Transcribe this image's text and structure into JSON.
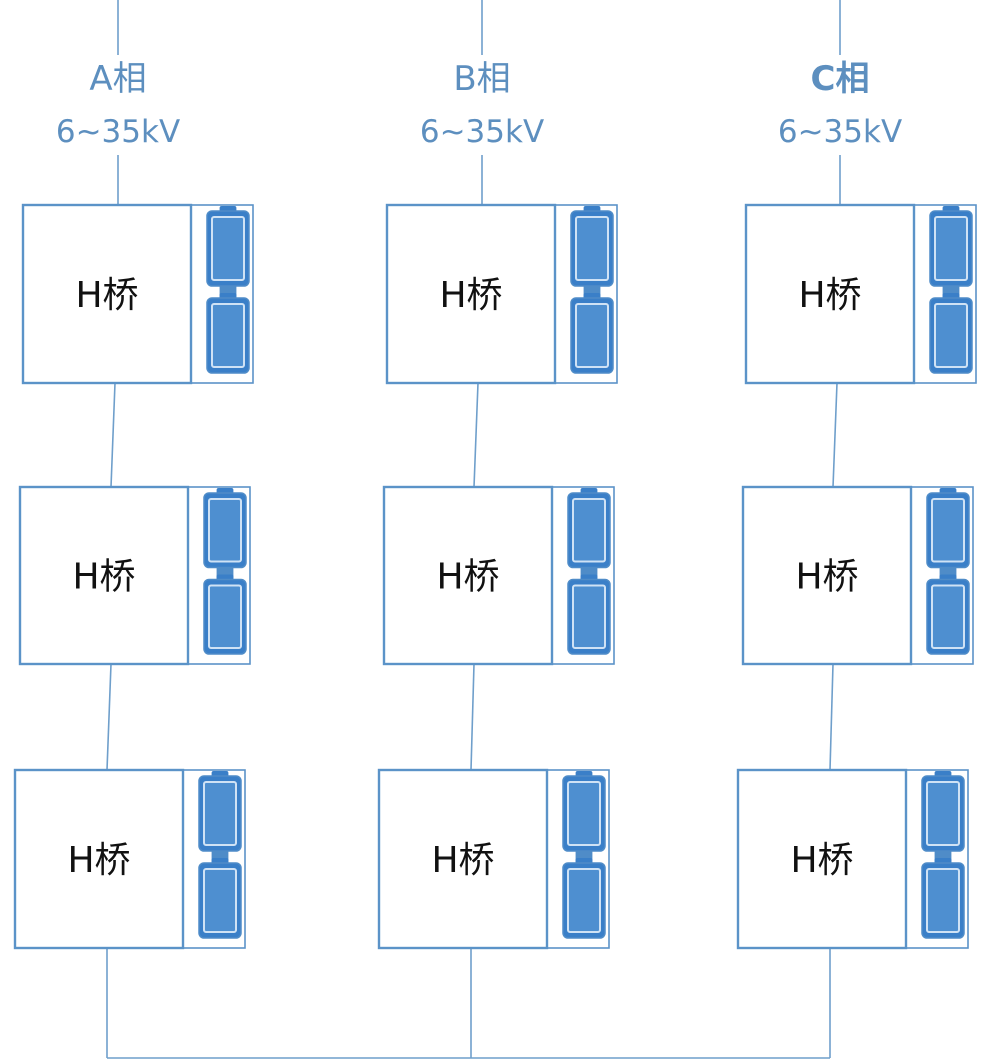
{
  "phases": [
    {
      "label": "A相",
      "voltage": "6~35kV",
      "bridges": [
        "H桥",
        "H桥",
        "H桥"
      ]
    },
    {
      "label": "B相",
      "voltage": "6~35kV",
      "bridges": [
        "H桥",
        "H桥",
        "H桥"
      ]
    },
    {
      "label": "C相",
      "voltage": "6~35kV",
      "bridges": [
        "H桥",
        "H桥",
        "H桥"
      ]
    }
  ],
  "colors": {
    "wire": "#6f9fcb",
    "box_border": "#5b93c8",
    "capacitor": "#3a7fc8",
    "label_blue": "#5d8fbf",
    "bridge_text": "#111111"
  }
}
